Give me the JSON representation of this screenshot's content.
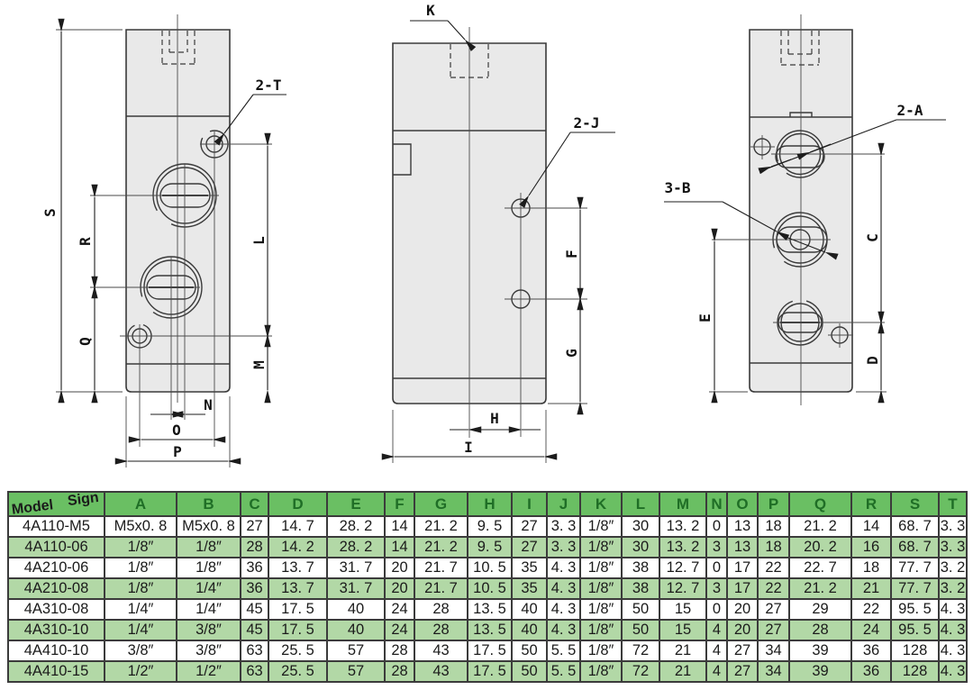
{
  "page": {
    "background": "#ffffff"
  },
  "diagram": {
    "colors": {
      "body_fill": "#e9e9e9",
      "line": "#3a3a3a"
    },
    "front_view": {
      "port_label": "2-T",
      "dims": {
        "s": "S",
        "r": "R",
        "q": "Q",
        "l": "L",
        "m": "M",
        "n": "N",
        "o": "O",
        "p": "P"
      }
    },
    "side_view": {
      "top_label": "K",
      "port_label": "2-J",
      "dims": {
        "f": "F",
        "g": "G",
        "h": "H",
        "i": "I"
      }
    },
    "rear_view": {
      "port_label_a": "2-A",
      "port_label_b": "3-B",
      "dims": {
        "c": "C",
        "d": "D",
        "e": "E"
      }
    }
  },
  "table": {
    "corner": {
      "top": "Sign",
      "bottom": "Model"
    },
    "columns": [
      "A",
      "B",
      "C",
      "D",
      "E",
      "F",
      "G",
      "H",
      "I",
      "J",
      "K",
      "L",
      "M",
      "N",
      "O",
      "P",
      "Q",
      "R",
      "S",
      "T"
    ],
    "rows": [
      {
        "model": "4A110-M5",
        "values": [
          "M5x0. 8",
          "M5x0. 8",
          "27",
          "14. 7",
          "28. 2",
          "14",
          "21. 2",
          "9. 5",
          "27",
          "3. 3",
          "1/8″",
          "30",
          "13. 2",
          "0",
          "13",
          "18",
          "21. 2",
          "14",
          "68. 7",
          "3. 3"
        ]
      },
      {
        "model": "4A110-06",
        "values": [
          "1/8″",
          "1/8″",
          "28",
          "14. 2",
          "28. 2",
          "14",
          "21. 2",
          "9. 5",
          "27",
          "3. 3",
          "1/8″",
          "30",
          "13. 2",
          "3",
          "13",
          "18",
          "20. 2",
          "16",
          "68. 7",
          "3. 3"
        ]
      },
      {
        "model": "4A210-06",
        "values": [
          "1/8″",
          "1/8″",
          "36",
          "13. 7",
          "31. 7",
          "20",
          "21. 7",
          "10. 5",
          "35",
          "4. 3",
          "1/8″",
          "38",
          "12. 7",
          "0",
          "17",
          "22",
          "22. 7",
          "18",
          "77. 7",
          "3. 2"
        ]
      },
      {
        "model": "4A210-08",
        "values": [
          "1/8″",
          "1/4″",
          "36",
          "13. 7",
          "31. 7",
          "20",
          "21. 7",
          "10. 5",
          "35",
          "4. 3",
          "1/8″",
          "38",
          "12. 7",
          "3",
          "17",
          "22",
          "21. 2",
          "21",
          "77. 7",
          "3. 2"
        ]
      },
      {
        "model": "4A310-08",
        "values": [
          "1/4″",
          "1/4″",
          "45",
          "17. 5",
          "40",
          "24",
          "28",
          "13. 5",
          "40",
          "4. 3",
          "1/8″",
          "50",
          "15",
          "0",
          "20",
          "27",
          "29",
          "22",
          "95. 5",
          "4. 3"
        ]
      },
      {
        "model": "4A310-10",
        "values": [
          "1/4″",
          "3/8″",
          "45",
          "17. 5",
          "40",
          "24",
          "28",
          "13. 5",
          "40",
          "4. 3",
          "1/8″",
          "50",
          "15",
          "4",
          "20",
          "27",
          "28",
          "24",
          "95. 5",
          "4. 3"
        ]
      },
      {
        "model": "4A410-10",
        "values": [
          "3/8″",
          "3/8″",
          "63",
          "25. 5",
          "57",
          "28",
          "43",
          "17. 5",
          "50",
          "5. 5",
          "1/8″",
          "72",
          "21",
          "4",
          "27",
          "34",
          "39",
          "36",
          "128",
          "4. 3"
        ]
      },
      {
        "model": "4A410-15",
        "values": [
          "1/2″",
          "1/2″",
          "63",
          "25. 5",
          "57",
          "28",
          "43",
          "17. 5",
          "50",
          "5. 5",
          "1/8″",
          "72",
          "21",
          "4",
          "27",
          "34",
          "39",
          "36",
          "128",
          "4. 3"
        ]
      }
    ],
    "colors": {
      "header_bg": "#6abf63",
      "header_text": "#1f6e26",
      "row_alt_bg": "#b2d8a6",
      "border": "#3b3b3b",
      "text": "#1b1b1b"
    }
  }
}
